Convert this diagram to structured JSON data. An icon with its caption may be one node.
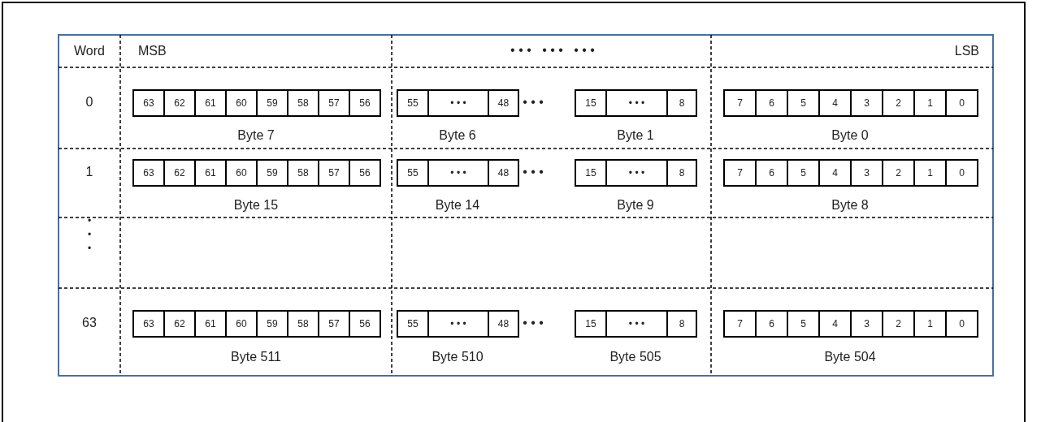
{
  "diagram": {
    "nodes": [
      {
        "text": [
          "63"
        ]
      },
      {
        "text": [
          "62"
        ]
      },
      {
        "text": [
          "61"
        ]
      },
      {
        "text": [
          "60"
        ]
      },
      {
        "text": [
          "59"
        ]
      },
      {
        "text": [
          "58"
        ]
      },
      {
        "text": [
          "57"
        ]
      },
      {
        "text": [
          "56"
        ]
      },
      {
        "text": [
          "55"
        ]
      },
      {
        "text": [
          "• • •"
        ]
      },
      {
        "text": [
          "48"
        ]
      },
      {
        "text": [
          "15"
        ]
      },
      {
        "text": [
          "• • •"
        ]
      },
      {
        "text": [
          "8"
        ]
      },
      {
        "text": [
          "7"
        ]
      },
      {
        "text": [
          "6"
        ]
      },
      {
        "text": [
          "5"
        ]
      },
      {
        "text": [
          "4"
        ]
      },
      {
        "text": [
          "3"
        ]
      },
      {
        "text": [
          "2"
        ]
      },
      {
        "text": [
          "1"
        ]
      },
      {
        "text": [
          "0"
        ]
      },
      {
        "text": [
          "63"
        ]
      },
      {
        "text": [
          "62"
        ]
      },
      {
        "text": [
          "61"
        ]
      },
      {
        "text": [
          "60"
        ]
      },
      {
        "text": [
          "59"
        ]
      },
      {
        "text": [
          "58"
        ]
      },
      {
        "text": [
          "57"
        ]
      },
      {
        "text": [
          "56"
        ]
      },
      {
        "text": [
          "55"
        ]
      },
      {
        "text": [
          "• • •"
        ]
      },
      {
        "text": [
          "48"
        ]
      },
      {
        "text": [
          "15"
        ]
      },
      {
        "text": [
          "• • •"
        ]
      },
      {
        "text": [
          "8"
        ]
      },
      {
        "text": [
          "7"
        ]
      },
      {
        "text": [
          "6"
        ]
      },
      {
        "text": [
          "5"
        ]
      },
      {
        "text": [
          "4"
        ]
      },
      {
        "text": [
          "3"
        ]
      },
      {
        "text": [
          "2"
        ]
      },
      {
        "text": [
          "1"
        ]
      },
      {
        "text": [
          "0"
        ]
      },
      {
        "text": [
          "63"
        ]
      },
      {
        "text": [
          "62"
        ]
      },
      {
        "text": [
          "61"
        ]
      },
      {
        "text": [
          "60"
        ]
      },
      {
        "text": [
          "59"
        ]
      },
      {
        "text": [
          "58"
        ]
      },
      {
        "text": [
          "57"
        ]
      },
      {
        "text": [
          "56"
        ]
      },
      {
        "text": [
          "55"
        ]
      },
      {
        "text": [
          "• • •"
        ]
      },
      {
        "text": [
          "48"
        ]
      },
      {
        "text": [
          "15"
        ]
      },
      {
        "text": [
          "• • •"
        ]
      },
      {
        "text": [
          "8"
        ]
      },
      {
        "text": [
          "7"
        ]
      },
      {
        "text": [
          "6"
        ]
      },
      {
        "text": [
          "5"
        ]
      },
      {
        "text": [
          "4"
        ]
      },
      {
        "text": [
          "3"
        ]
      },
      {
        "text": [
          "2"
        ]
      },
      {
        "text": [
          "1"
        ]
      },
      {
        "text": [
          "0"
        ]
      }
    ],
    "labels": [
      "Word",
      "MSB",
      "• • •   • • •   • • •",
      "LSB",
      "0",
      "• • •",
      "Byte 7",
      "Byte 6",
      "Byte 1",
      "Byte 0",
      "1",
      "• • •",
      "Byte 15",
      "Byte 14",
      "Byte 9",
      "Byte 8",
      "•",
      "•",
      "•",
      "63",
      "• • •",
      "Byte 511",
      "Byte 510",
      "Byte 505",
      "Byte 504"
    ]
  }
}
